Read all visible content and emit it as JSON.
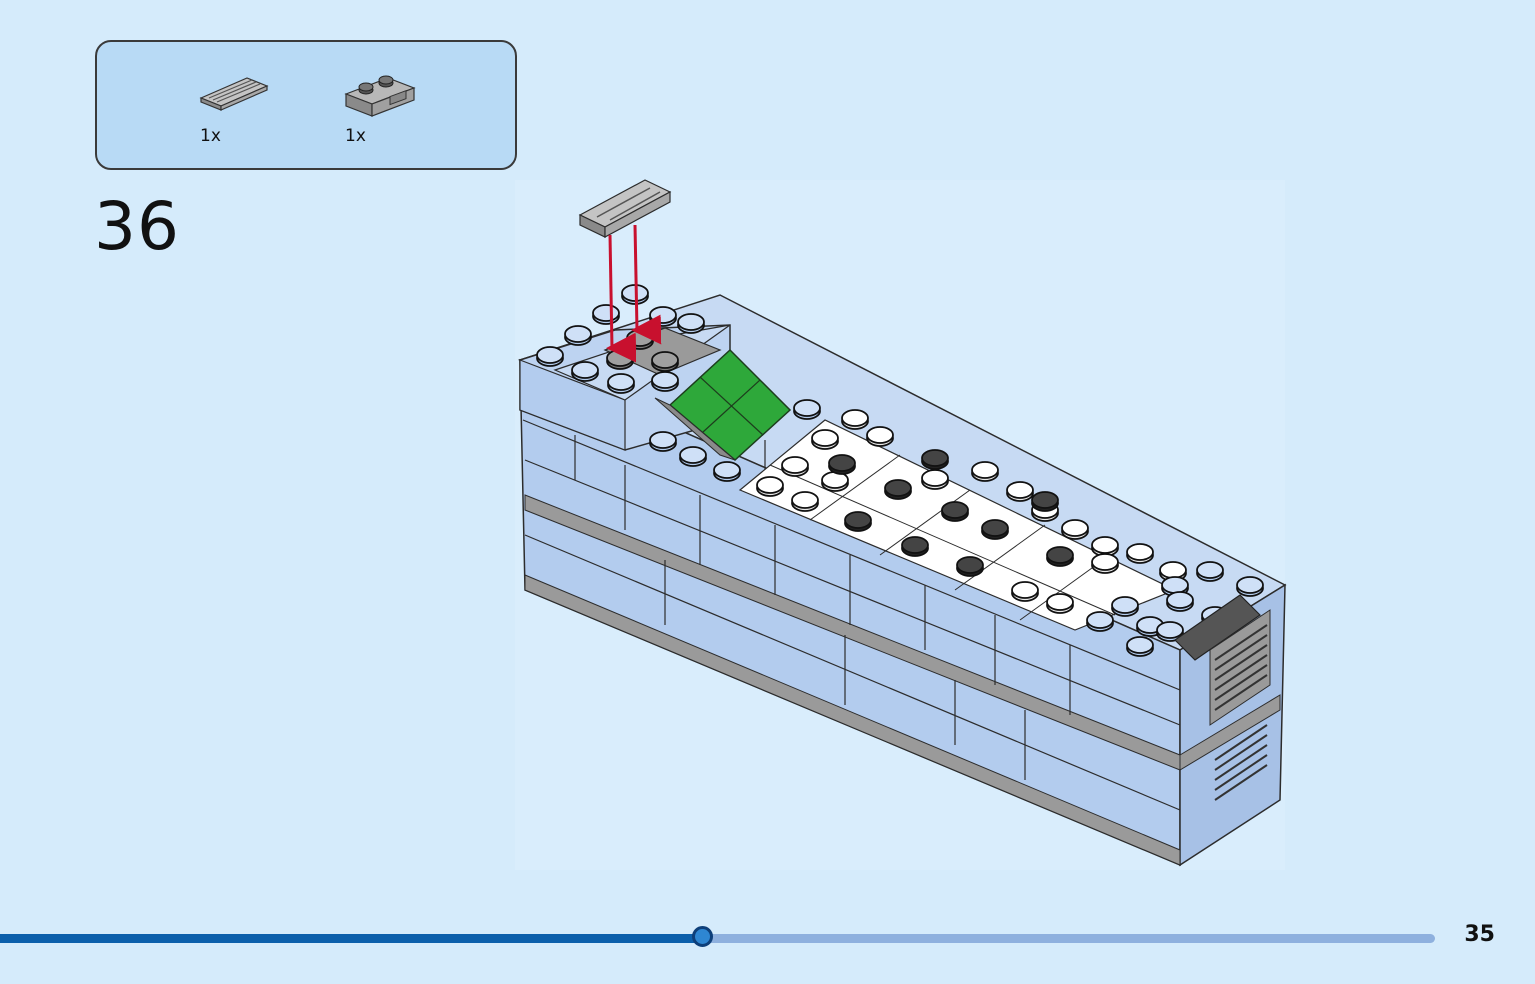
{
  "parts_list": {
    "items": [
      {
        "icon": "grille-tile-1x2-icon",
        "quantity": "1x",
        "color": "#9a9a9a"
      },
      {
        "icon": "plate-1x2-with-rail-icon",
        "quantity": "1x",
        "color": "#9a9a9a"
      }
    ]
  },
  "step": {
    "number": "36"
  },
  "progress": {
    "fraction": 0.49
  },
  "page": {
    "number": "35"
  },
  "colors": {
    "background": "#d5ebfb",
    "parts_box": "#b8daf5",
    "brick_light_blue": "#b3ccee",
    "brick_gray": "#9a9a9a",
    "brick_white": "#ffffff",
    "brick_green": "#2ea83a",
    "arrow_red": "#c8102e",
    "progress_fill": "#0b5fab",
    "progress_track": "#8eb0de"
  }
}
